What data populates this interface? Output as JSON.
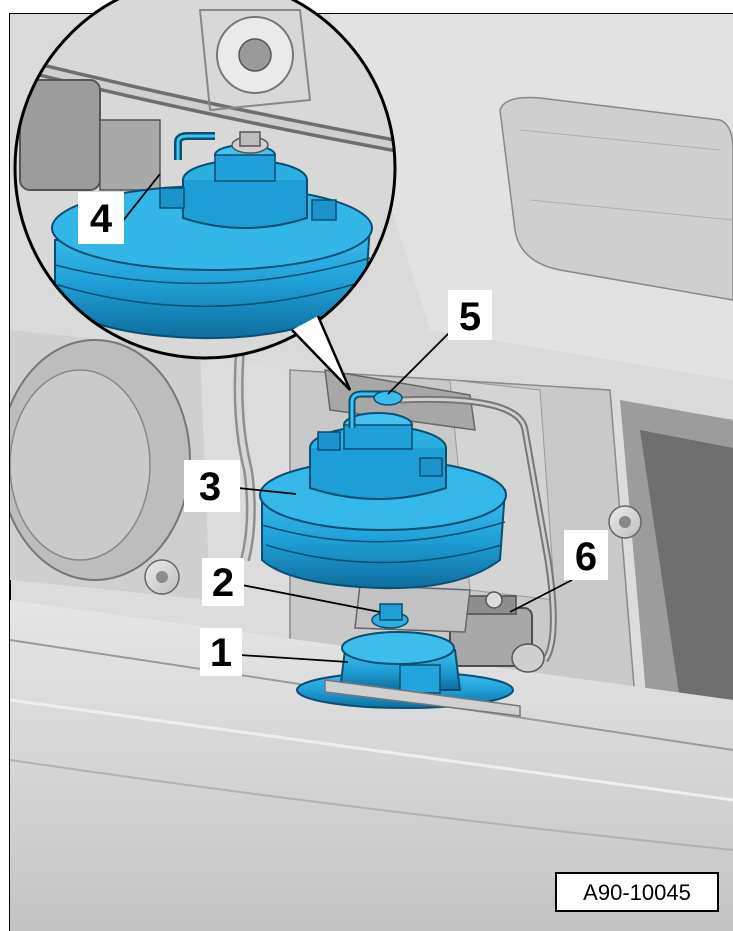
{
  "figure": {
    "reference_code": "A90-10045",
    "callouts": [
      {
        "id": "1",
        "label": "1"
      },
      {
        "id": "2",
        "label": "2"
      },
      {
        "id": "3",
        "label": "3"
      },
      {
        "id": "4",
        "label": "4"
      },
      {
        "id": "5",
        "label": "5"
      },
      {
        "id": "6",
        "label": "6"
      }
    ],
    "colors": {
      "highlight": "#1FA8E0",
      "highlight_dark": "#0F6E9E",
      "body_gray": "#D9D9D9",
      "line": "#000000"
    }
  }
}
